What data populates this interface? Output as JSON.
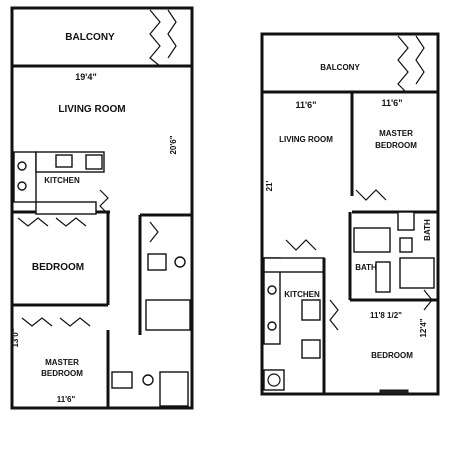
{
  "left_plan": {
    "balcony": "BALCONY",
    "balcony_width": "19'4\"",
    "living_room": "LIVING ROOM",
    "living_depth": "20'6\"",
    "kitchen": "KITCHEN",
    "bedroom": "BEDROOM",
    "master_line1": "MASTER",
    "master_line2": "BEDROOM",
    "master_depth": "13'0\"",
    "master_width": "11'6\""
  },
  "right_plan": {
    "balcony": "BALCONY",
    "living_width": "11'6\"",
    "master_width": "11'6\"",
    "living_room": "LIVING ROOM",
    "master_line1": "MASTER",
    "master_line2": "BEDROOM",
    "living_depth": "21'",
    "bath_vertical": "BATH",
    "bath": "BATH",
    "kitchen": "KITCHEN",
    "bedroom_width": "11'8 1/2\"",
    "bedroom_depth": "12'4\"",
    "bedroom": "BEDROOM"
  }
}
